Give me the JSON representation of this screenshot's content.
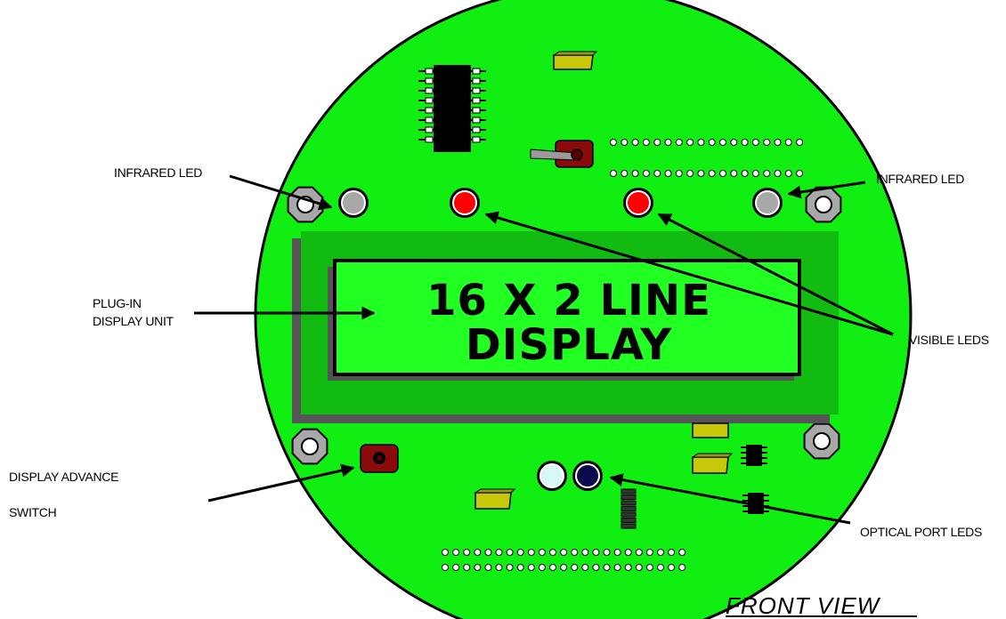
{
  "display": {
    "line1": "16 X 2 LINE",
    "line2": "DISPLAY"
  },
  "labels": {
    "infrared_left": "INFRARED LED",
    "infrared_right": "INFRARED LED",
    "plug_in_line1": "PLUG-IN",
    "plug_in_line2": "DISPLAY UNIT",
    "visible_leds": "VISIBLE LEDS",
    "display_advance_line1": "DISPLAY ADVANCE",
    "display_advance_line2": "SWITCH",
    "optical_port_leds": "OPTICAL PORT LEDS"
  },
  "view_title": "FRONT VIEW",
  "colors": {
    "board": "#11ee11",
    "lcd_outer": "#11bb11",
    "lcd_window": "#22ff22",
    "shadow": "#555555",
    "red_led": "#ff0000",
    "infrared_led": "#a8a8a8",
    "optical_led_light": "#d8f8f8",
    "optical_led_dark": "#0a0a4a",
    "switch": "#8b0a0a",
    "capacitor": "#c8c80a"
  }
}
